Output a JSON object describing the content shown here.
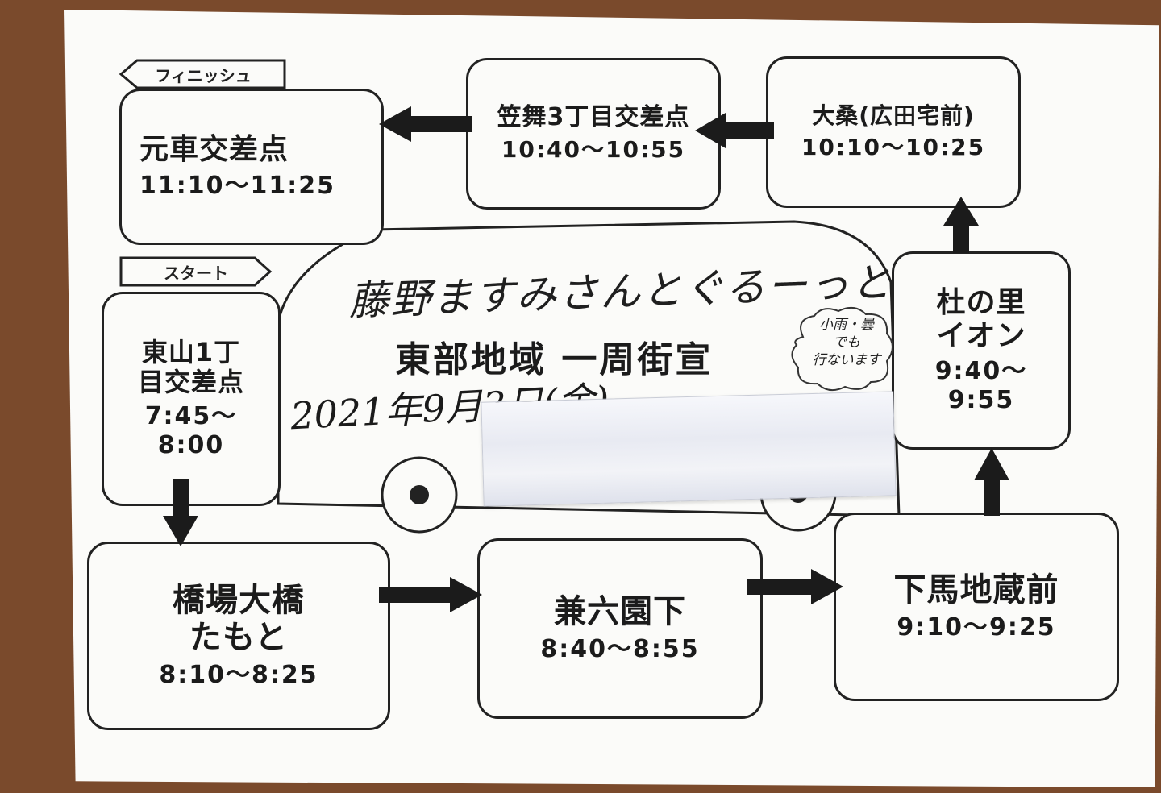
{
  "tags": {
    "finish": "フィニッシュ",
    "start": "スタート"
  },
  "stops": {
    "motoguruma": {
      "name": "元車交差点",
      "time": "11:10～11:25"
    },
    "kasamai": {
      "name": "笠舞3丁目交差点",
      "time": "10:40～10:55"
    },
    "okuwa": {
      "name": "大桑(広田宅前)",
      "time": "10:10～10:25"
    },
    "higashiyama": {
      "name": "東山1丁\n目交差点",
      "time": "7:45～\n8:00"
    },
    "morinosato": {
      "name": "杜の里\nイオン",
      "time": "9:40～\n9:55"
    },
    "hashiba": {
      "name": "橋場大橋\nたもと",
      "time": "8:10～8:25"
    },
    "kenrokuen": {
      "name": "兼六園下",
      "time": "8:40～8:55"
    },
    "shimouma": {
      "name": "下馬地蔵前",
      "time": "9:10～9:25"
    }
  },
  "title": {
    "handwritten": "藤野ますみさんとぐるーっと",
    "main": "東部地域 一周街宣",
    "date": "2021年9月3日(金)"
  },
  "note": "小雨・曇\nでも\n行ないます"
}
